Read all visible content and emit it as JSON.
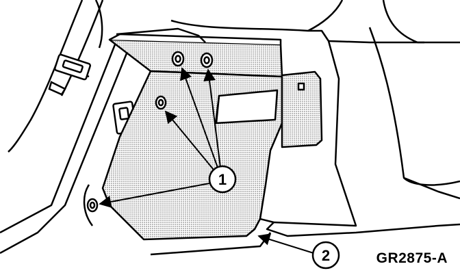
{
  "diagram": {
    "callouts": [
      {
        "id": "1",
        "label": "1"
      },
      {
        "id": "2",
        "label": "2"
      }
    ],
    "figure_code": "GR2875-A",
    "line_color": "#000000",
    "panel_fill": "#d9d9d9"
  }
}
